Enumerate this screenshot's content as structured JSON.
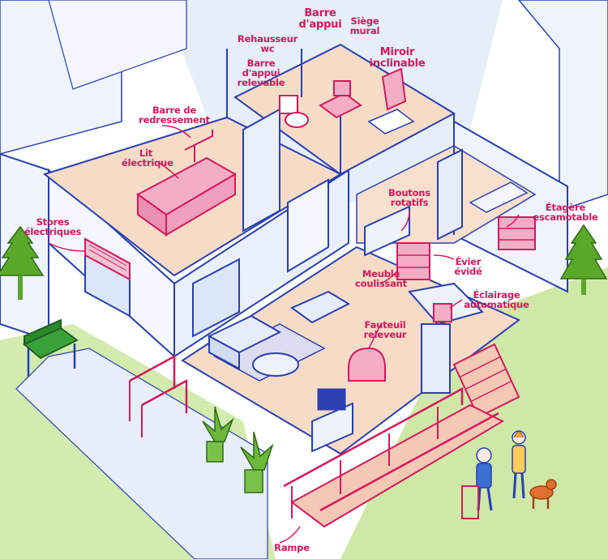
{
  "colors": {
    "accent": "#d6185d",
    "outline": "#2a3fb0",
    "floor": "#f6dcc7",
    "grass": "#c8e6a0",
    "sky": "#d8e6f8",
    "bench": "#2a8a2a"
  },
  "labels": {
    "barre_appui": "Barre\nd'appui",
    "siege_mural": "Siège\nmural",
    "rehausseur_wc": "Rehausseur\nwc",
    "barre_appui_relevable": "Barre\nd'appui\nrelevable",
    "miroir_inclinable": "Miroir\ninclinable",
    "barre_redressement": "Barre de\nredressement",
    "lit_electrique": "Lit\nélectrique",
    "stores_electriques": "Stores\nélectriques",
    "boutons_rotatifs": "Boutons\nrotatifs",
    "etagere_escamotable": "Étagère\nescamotable",
    "evier_evide": "Évier\névidé",
    "meuble_coulissant": "Meuble\ncoulissant",
    "eclairage_automatique": "Éclairage\nautomatique",
    "fauteuil_releveur": "Fauteuil\nreleveur",
    "rampe": "Rampe"
  },
  "icons": [
    "bench-icon",
    "tree-icon",
    "plant-icon",
    "walker-person-icon",
    "woman-icon",
    "dog-icon",
    "stairlift-icon",
    "tv-icon",
    "bed-icon",
    "toilet-icon"
  ]
}
